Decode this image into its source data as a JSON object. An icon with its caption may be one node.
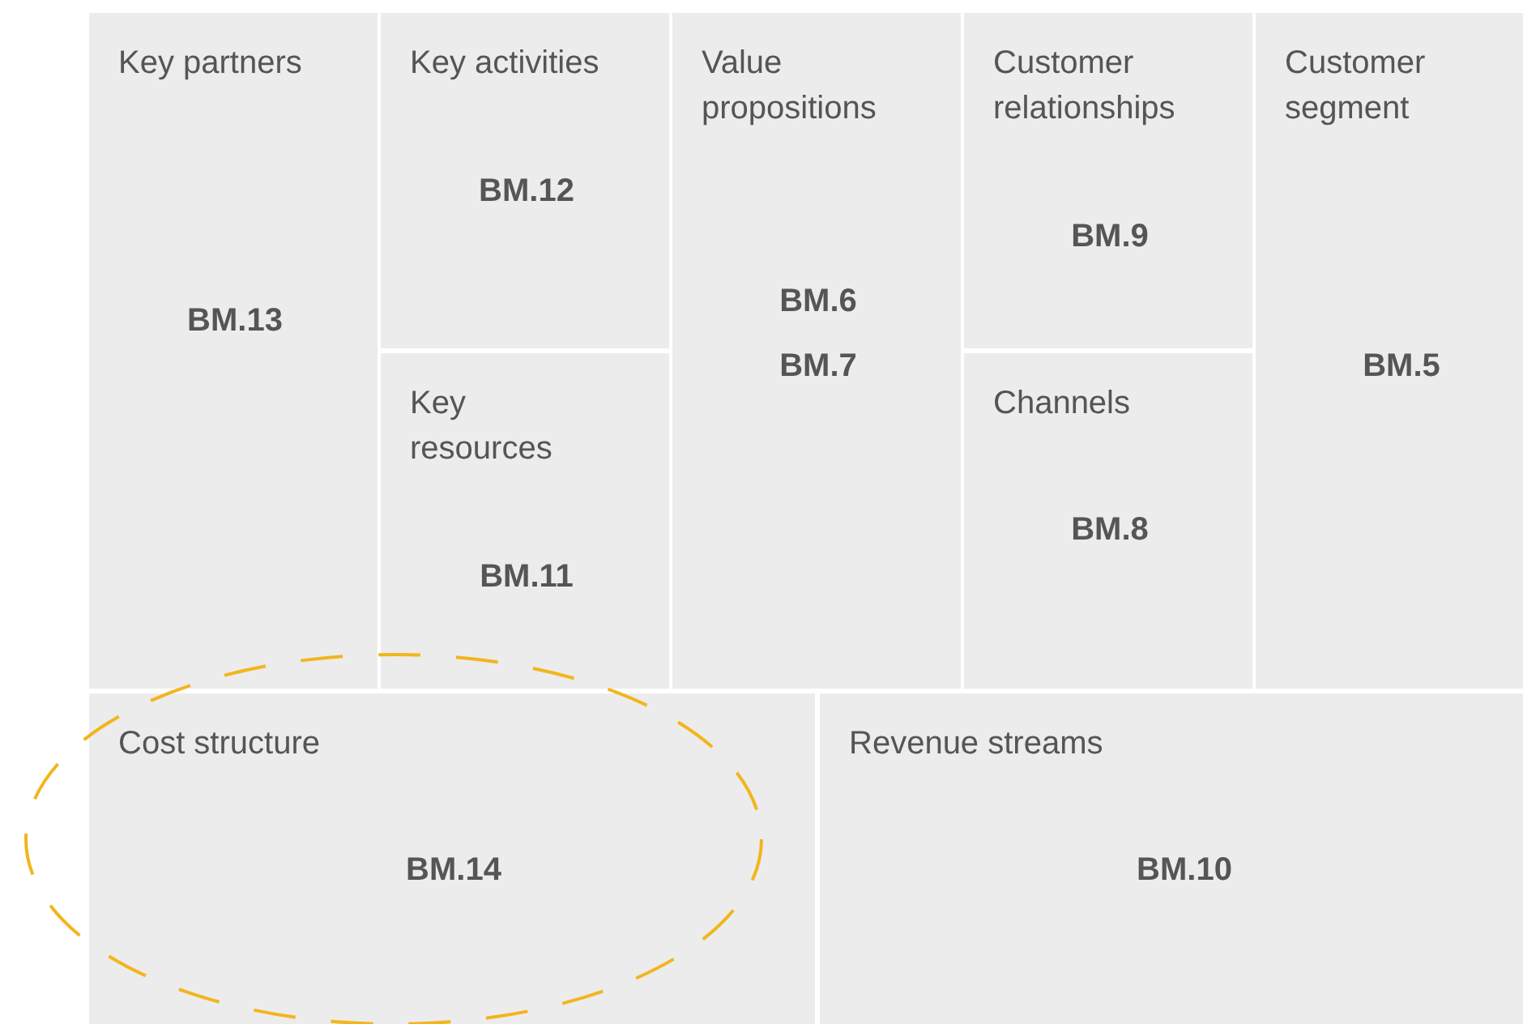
{
  "diagram": {
    "nodes": [
      {
        "text": [
          "Key partners",
          "BM.13"
        ]
      },
      {
        "text": [
          "Key activities",
          "BM.12"
        ]
      },
      {
        "text": [
          "Key resources",
          "BM.11"
        ]
      },
      {
        "text": [
          "Value propositions",
          "BM.6",
          "BM.7"
        ]
      },
      {
        "text": [
          "Customer relationships",
          "BM.9"
        ]
      },
      {
        "text": [
          "Channels",
          "BM.8"
        ]
      },
      {
        "text": [
          "Customer segment",
          "BM.5"
        ]
      },
      {
        "text": [
          "Cost structure",
          "BM.14"
        ]
      },
      {
        "text": [
          "Revenue streams",
          "BM.10"
        ]
      },
      {
        "text": [],
        "shape": "ellipse"
      }
    ],
    "edges": []
  }
}
